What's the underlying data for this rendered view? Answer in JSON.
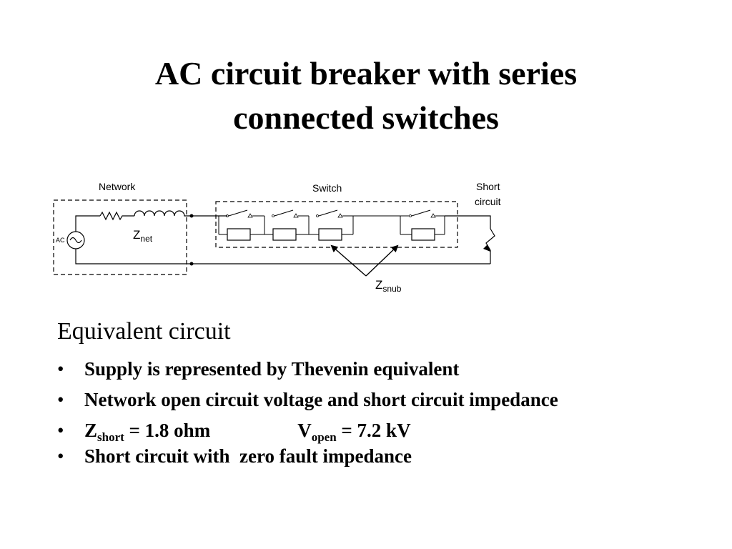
{
  "slide": {
    "title_line1": "AC circuit breaker with series",
    "title_line2": "connected switches"
  },
  "diagram": {
    "label_network": "Network",
    "label_switch": "Switch",
    "label_short_line1": "Short",
    "label_short_line2": "circuit",
    "label_ac": "AC",
    "znet_main": "Z",
    "znet_sub": "net",
    "zsnub_main": "Z",
    "zsnub_sub": "snub"
  },
  "content": {
    "heading": "Equivalent circuit",
    "bullet_char": "•",
    "bullet1": "Supply is represented by Thevenin equivalent",
    "bullet2": "Network open circuit voltage and short circuit impedance",
    "bullet3_z_main": "Z",
    "bullet3_z_sub": "short",
    "bullet3_z_rest": " = 1.8 ohm",
    "bullet3_v_main": "V",
    "bullet3_v_sub": "open",
    "bullet3_v_rest": " = 7.2 kV",
    "bullet4": "Short circuit with  zero fault impedance"
  }
}
